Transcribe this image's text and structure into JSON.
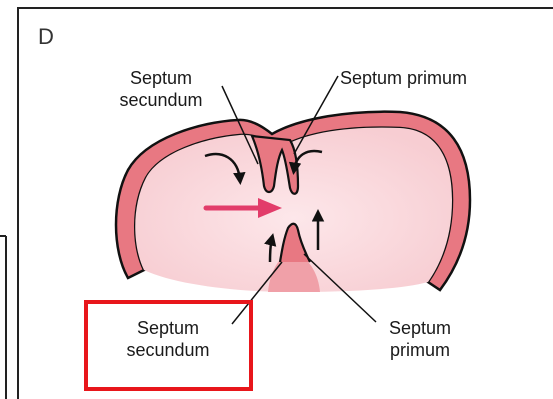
{
  "panel_label": "D",
  "labels": {
    "top_left": [
      "Septum",
      "secundum"
    ],
    "top_right": "Septum primum",
    "bottom_left": [
      "Septum",
      "secundum"
    ],
    "bottom_right": [
      "Septum",
      "primum"
    ]
  },
  "colors": {
    "wall": "#e87882",
    "cavity": "#fbe0e3",
    "flow_arrow": "#e23c6a",
    "highlight": "#e8161b",
    "frame": "#222222"
  }
}
